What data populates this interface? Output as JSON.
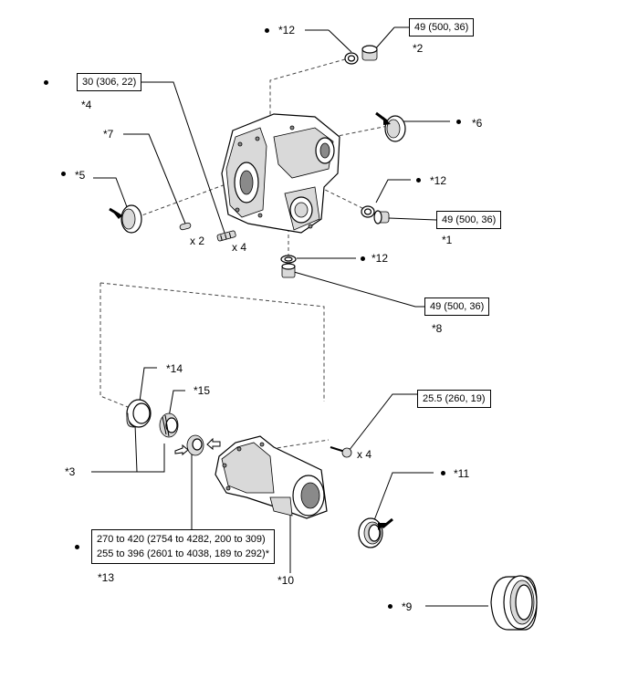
{
  "callouts": {
    "c1": "*1",
    "c2": "*2",
    "c3": "*3",
    "c4": "*4",
    "c5": "*5",
    "c6": "*6",
    "c7": "*7",
    "c8": "*8",
    "c9": "*9",
    "c10": "*10",
    "c11": "*11",
    "c12a": "*12",
    "c12b": "*12",
    "c12c": "*12",
    "c13": "*13",
    "c14": "*14",
    "c15": "*15"
  },
  "torque": {
    "t2": "49 (500, 36)",
    "t4": "30 (306, 22)",
    "t1": "49 (500, 36)",
    "t8": "49 (500, 36)",
    "bolt": "25.5 (260, 19)",
    "nut_line1": "270 to 420 (2754 to 4282, 200 to 309)",
    "nut_line2": "255 to 396 (2601 to 4038, 189 to 292)*"
  },
  "quantities": {
    "pins": "x 2",
    "studs": "x 4",
    "bolts": "x 4"
  }
}
